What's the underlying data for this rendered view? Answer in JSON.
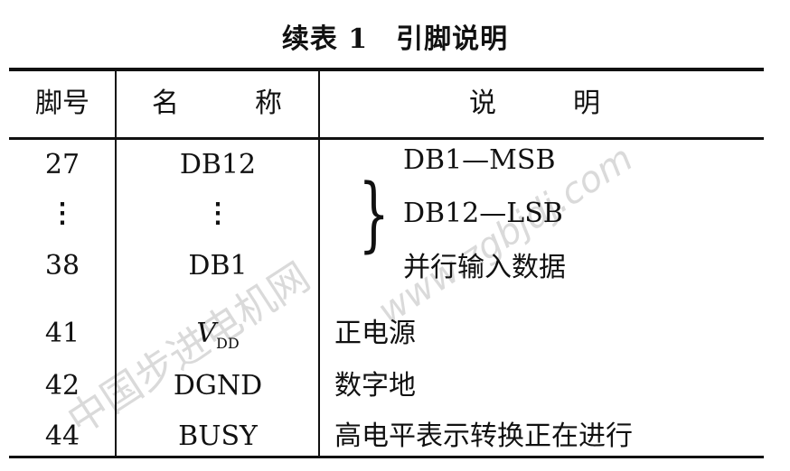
{
  "title": "续表 1　引脚说明",
  "headers": {
    "pin": "脚号",
    "name_1": "名",
    "name_2": "称",
    "desc_1": "说",
    "desc_2": "明"
  },
  "group": {
    "rows": [
      {
        "pin": "27",
        "name": "DB12"
      },
      {
        "pin": "⋮",
        "name": "⋮"
      },
      {
        "pin": "38",
        "name": "DB1"
      }
    ],
    "desc_lines": [
      "DB1—MSB",
      "DB12—LSB",
      "并行输入数据"
    ],
    "brace": "}"
  },
  "rows": [
    {
      "pin": "41",
      "name_main": "V",
      "name_sub": "DD",
      "desc": "正电源"
    },
    {
      "pin": "42",
      "name": "DGND",
      "desc": "数字地"
    },
    {
      "pin": "44",
      "name": "BUSY",
      "desc": "高电平表示转换正在进行"
    }
  ],
  "watermark": {
    "cn": "中国步进电机网",
    "url": "www.zgbjdj.com"
  }
}
